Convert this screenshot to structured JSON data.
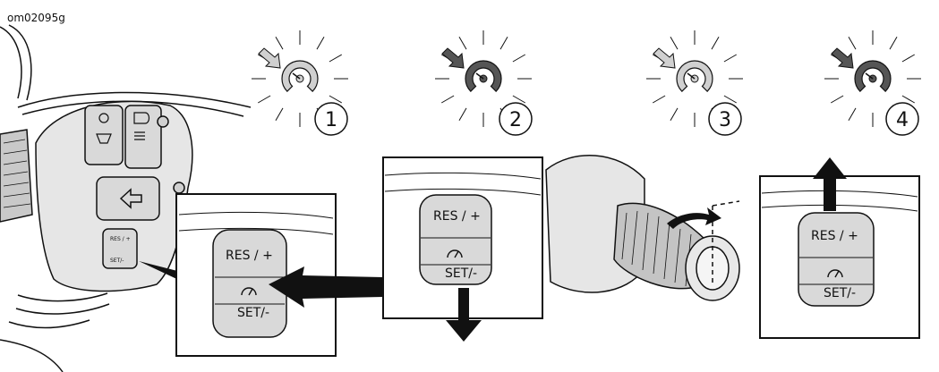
{
  "figure_code": "om02095g",
  "colors": {
    "indicator_off": "#d0d0d0",
    "indicator_on": "#555555",
    "line": "#111111",
    "housing": "#e6e6e6",
    "button": "#d9d9d9"
  },
  "steps": [
    {
      "number": "1",
      "indicator_state": "off"
    },
    {
      "number": "2",
      "indicator_state": "on"
    },
    {
      "number": "3",
      "indicator_state": "off"
    },
    {
      "number": "4",
      "indicator_state": "on"
    }
  ],
  "switch_labels": {
    "res": "RES / +",
    "set": "SET/-",
    "res_small": "RES / +",
    "set_small": "SET/-"
  },
  "icons": [
    "cruise-control-indicator-icon",
    "speedometer-icon",
    "hazard-arrow-icon",
    "horn-icon",
    "headlamp-icon",
    "push-arrow-icon",
    "twist-arrow-icon"
  ]
}
